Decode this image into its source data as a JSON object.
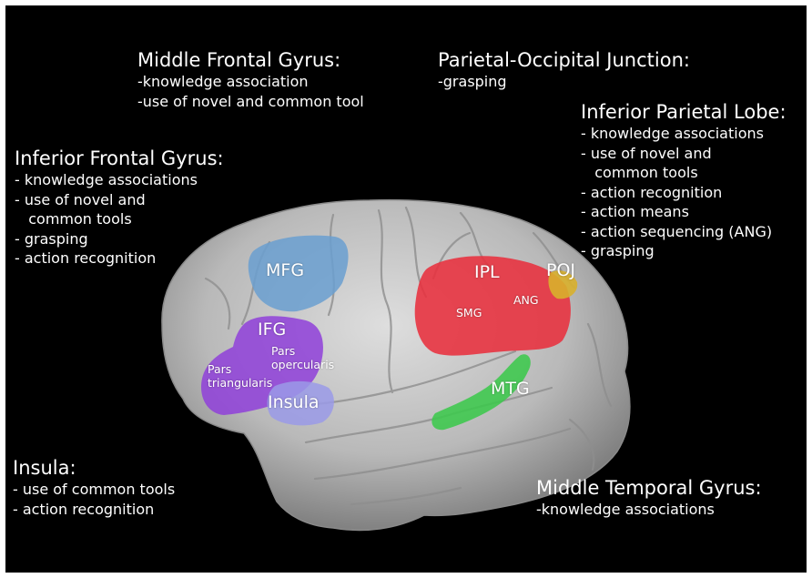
{
  "annotations": {
    "mfg": {
      "heading": "Middle Frontal Gyrus:",
      "items": [
        "-knowledge association",
        "-use of novel and common tool"
      ]
    },
    "poj": {
      "heading": "Parietal-Occipital Junction:",
      "items": [
        "-grasping"
      ]
    },
    "ipl": {
      "heading": "Inferior Parietal Lobe:",
      "items": [
        "- knowledge associations",
        "- use of novel and",
        "   common tools",
        "- action recognition",
        "- action means",
        "- action sequencing (ANG)",
        "- grasping"
      ]
    },
    "ifg": {
      "heading": "Inferior Frontal Gyrus:",
      "items": [
        "- knowledge associations",
        "- use of novel and",
        "   common tools",
        "- grasping",
        "- action recognition"
      ]
    },
    "insula": {
      "heading": "Insula:",
      "items": [
        "- use of common tools",
        "- action recognition"
      ]
    },
    "mtg": {
      "heading": "Middle Temporal Gyrus:",
      "items": [
        "-knowledge associations"
      ]
    }
  },
  "region_labels": {
    "mfg": "MFG",
    "ifg": "IFG",
    "pars_opercularis_1": "Pars",
    "pars_opercularis_2": "opercularis",
    "pars_triangularis_1": "Pars",
    "pars_triangularis_2": "triangularis",
    "insula": "Insula",
    "ipl": "IPL",
    "smg": "SMG",
    "ang": "ANG",
    "poj": "POJ",
    "mtg": "MTG"
  },
  "colors": {
    "background": "#000000",
    "brain": "#bcbcbc",
    "mfg": "#6a9fd0",
    "ifg": "#8f3fd9",
    "insula": "#9a9ae8",
    "ipl": "#e8303e",
    "poj": "#d8b02c",
    "mtg": "#3cc84c"
  }
}
